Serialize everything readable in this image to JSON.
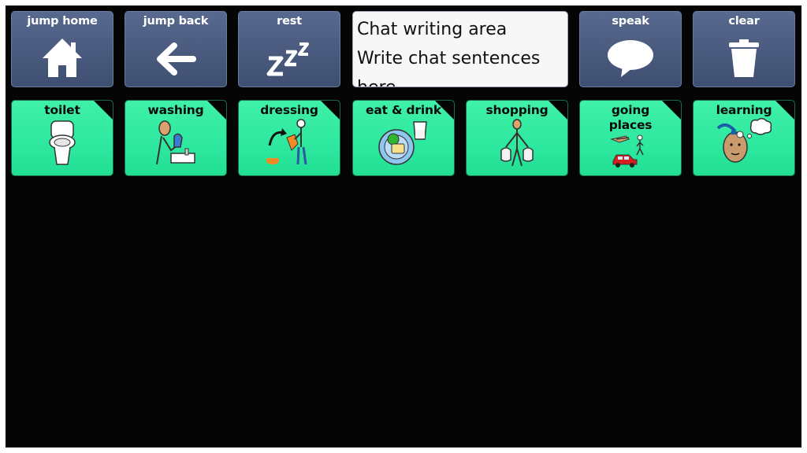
{
  "colors": {
    "background": "#050505",
    "nav_button": "#4a5a7e",
    "category_button": "#2ee89f",
    "chat_background": "#f7f7f7"
  },
  "top_row": {
    "jump_home": {
      "label": "jump home",
      "icon": "home-icon"
    },
    "jump_back": {
      "label": "jump back",
      "icon": "arrow-left-icon"
    },
    "rest": {
      "label": "rest",
      "icon": "zzz-icon"
    },
    "chat": {
      "line1": "Chat writing area",
      "line2": "Write chat sentences",
      "line3": "here"
    },
    "speak": {
      "label": "speak",
      "icon": "speech-bubble-icon"
    },
    "clear": {
      "label": "clear",
      "icon": "trash-icon"
    }
  },
  "categories": [
    {
      "label": "toilet",
      "icon": "toilet-icon"
    },
    {
      "label": "washing",
      "icon": "washing-hands-icon"
    },
    {
      "label": "dressing",
      "icon": "dressing-icon"
    },
    {
      "label": "eat & drink",
      "icon": "food-drink-icon"
    },
    {
      "label": "shopping",
      "icon": "shopping-bags-icon"
    },
    {
      "label": "going places",
      "icon": "car-walking-icon"
    },
    {
      "label": "learning",
      "icon": "thinking-head-icon"
    }
  ]
}
